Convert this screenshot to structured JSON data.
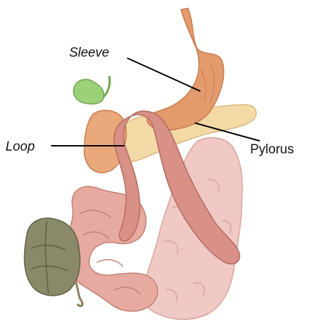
{
  "diagram": {
    "labels": {
      "sleeve": "Sleeve",
      "loop": "Loop",
      "pylorus": "Pylorus"
    },
    "colors": {
      "background": "#ffffff",
      "stomach": "#e39a6c",
      "stomach_dark": "#c9794a",
      "pancreas": "#f3d9a6",
      "intestine": "#e6aaa0",
      "intestine_light": "#f0c9c4",
      "loop_limb": "#d99086",
      "colon": "#8a8a6a",
      "gallbladder": "#9bd178",
      "leader_line": "#000000"
    }
  }
}
